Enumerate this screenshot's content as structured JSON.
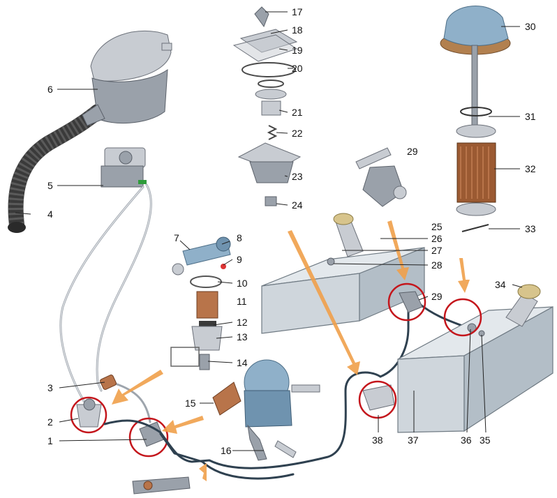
{
  "callouts": [
    {
      "n": "1"
    },
    {
      "n": "2"
    },
    {
      "n": "3"
    },
    {
      "n": "4"
    },
    {
      "n": "5"
    },
    {
      "n": "6"
    },
    {
      "n": "7"
    },
    {
      "n": "8"
    },
    {
      "n": "9"
    },
    {
      "n": "10"
    },
    {
      "n": "11"
    },
    {
      "n": "12"
    },
    {
      "n": "13"
    },
    {
      "n": "14"
    },
    {
      "n": "15"
    },
    {
      "n": "16"
    },
    {
      "n": "17"
    },
    {
      "n": "18"
    },
    {
      "n": "19"
    },
    {
      "n": "20"
    },
    {
      "n": "21"
    },
    {
      "n": "22"
    },
    {
      "n": "23"
    },
    {
      "n": "24"
    },
    {
      "n": "25"
    },
    {
      "n": "26"
    },
    {
      "n": "27"
    },
    {
      "n": "28"
    },
    {
      "n": "29"
    },
    {
      "n": "29b",
      "label": "29"
    },
    {
      "n": "30"
    },
    {
      "n": "31"
    },
    {
      "n": "32"
    },
    {
      "n": "33"
    },
    {
      "n": "34"
    },
    {
      "n": "35"
    },
    {
      "n": "36"
    },
    {
      "n": "37"
    },
    {
      "n": "38"
    }
  ],
  "colors": {
    "highlight_circle": "#c4161c",
    "flow_arrow": "#f0a04a",
    "fuel_line": "#2f4150",
    "filter_element": "#b8744a"
  }
}
